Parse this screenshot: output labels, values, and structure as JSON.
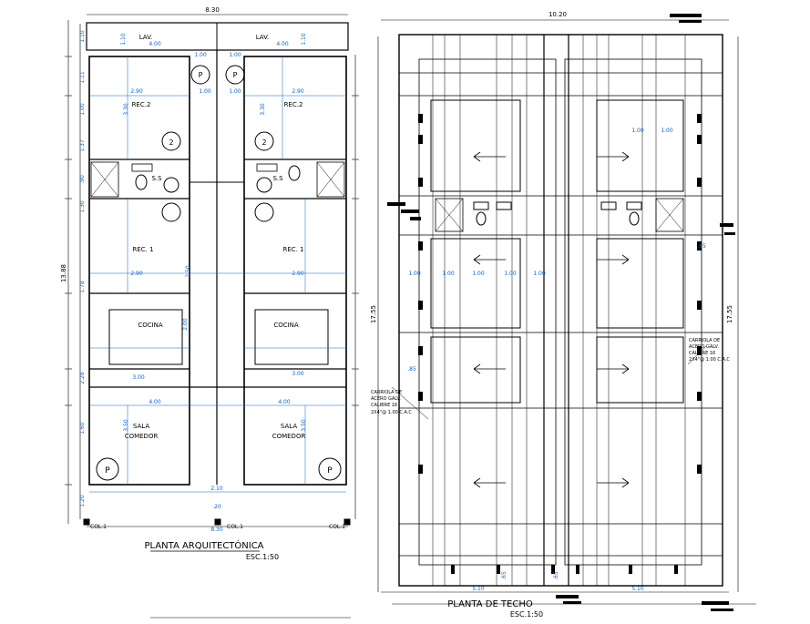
{
  "floor_plan": {
    "title": "PLANTA ARQUITECTÓNICA",
    "scale": "ESC.1:50",
    "overall_width": "8.30",
    "overall_height": "13.88",
    "bottom_width": "8.30",
    "rooms": {
      "lav_left": "LAV.",
      "lav_right": "LAV.",
      "rec2_left": "REC.2",
      "rec2_right": "REC.2",
      "ss_left": "S.S",
      "ss_right": "S.S",
      "rec1_left": "REC. 1",
      "rec1_right": "REC. 1",
      "cocina_left": "COCINA",
      "cocina_right": "COCINA",
      "sala_left_1": "SALA",
      "sala_left_2": "COMEDOR",
      "sala_right_1": "SALA",
      "sala_right_2": "COMEDOR"
    },
    "columns": {
      "col_left": "COL.1",
      "col_mid": "COL.1",
      "col_right": "COL.1"
    },
    "door_marks": [
      "P",
      "2",
      "2",
      "P",
      "P",
      "P"
    ],
    "dims": {
      "d400a": "4.00",
      "d400b": "4.00",
      "d110a": "1.10",
      "d110b": "1.10",
      "d100a": "1.00",
      "d100b": "1.00",
      "d100c": "1.00",
      "d100d": "1.00",
      "d290a": "2.90",
      "d290b": "2.90",
      "d290c": "2.90",
      "d290d": "2.90",
      "d330a": "3.30",
      "d330b": "3.30",
      "d300a": "3.00",
      "d300b": "3.00",
      "d400c": "4.00",
      "d400d": "4.00",
      "d350a": "3.50",
      "d350b": "3.50",
      "d210": "2.10",
      "d120": ".20",
      "d250": "2.50",
      "d200": "2.00",
      "l137": "1.37",
      "l100": "1.00",
      "l90": ".90",
      "l130": "1.30",
      "l178": "1.78",
      "l228": "2.28",
      "l160": "1.60",
      "l111": "1.11",
      "l110": "1.10",
      "l120": "1.20"
    }
  },
  "roof_plan": {
    "title": "PLANTA DE TECHO",
    "scale": "ESC.1:50",
    "overall_width": "10.20",
    "overall_height": "17.55",
    "overall_height_right": "17.55",
    "note_left": [
      "CARRIOLA DE",
      "ACERO GALV.",
      "CALIBRE 16",
      "2X4\"@ 1.00 C.A.C"
    ],
    "note_right": [
      "CARRIOLA DE",
      "ACERO GALV.",
      "CALIBRE 16",
      "2X4\"@ 1.00 C.A.C"
    ],
    "dims": {
      "r100a": "1.00",
      "r100b": "1.00",
      "r100c": "1.00",
      "r100d": "1.00",
      "r100e": "1.00",
      "r100f": "1.00",
      "r100g": "1.00",
      "r510a": "5.10",
      "r510b": "5.10",
      "r65": ".65",
      "r65b": ".65",
      "r65c": ".65",
      "r85": ".85"
    }
  }
}
